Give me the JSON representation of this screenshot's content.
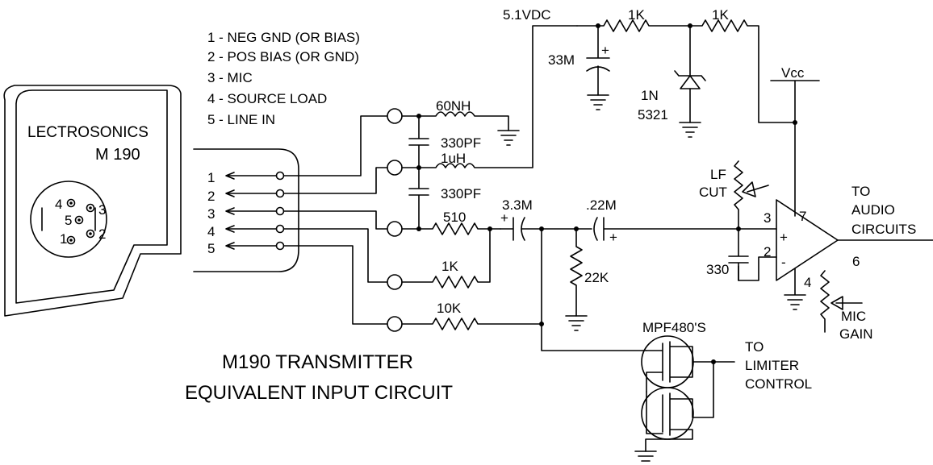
{
  "title_line1": "M190 TRANSMITTER",
  "title_line2": "EQUIVALENT INPUT CIRCUIT",
  "pin_legend": [
    "1 - NEG GND (OR BIAS)",
    "2 - POS BIAS (OR GND)",
    "3 - MIC",
    "4 - SOURCE LOAD",
    "5 - LINE IN"
  ],
  "device": {
    "brand": "LECTROSONICS",
    "model": "M 190",
    "pins": [
      "1",
      "2",
      "3",
      "4",
      "5"
    ]
  },
  "connector_pins": [
    "1",
    "2",
    "3",
    "4",
    "5"
  ],
  "labels": {
    "supply": "5.1VDC",
    "r_top1": "1K",
    "r_top2": "1K",
    "c33m": "33M",
    "plus": "+",
    "zener1": "1N",
    "zener2": "5321",
    "vcc": "Vcc",
    "ind60": "60NH",
    "cap330a": "330PF",
    "ind1u": "1uH",
    "cap330b": "330PF",
    "r510": "510",
    "r1k": "1K",
    "r10k": "10K",
    "c33": "3.3M",
    "c22m": ".22M",
    "r22k": "22K",
    "lf1": "LF",
    "lf2": "CUT",
    "cap330": "330",
    "pin3": "3",
    "pin2": "2",
    "pin7": "7",
    "pin4": "4",
    "pin6": "6",
    "in_plus": "+",
    "in_minus": "-",
    "to_audio": [
      "TO",
      "AUDIO",
      "CIRCUITS"
    ],
    "mic_gain": [
      "MIC",
      "GAIN"
    ],
    "fet": "MPF480'S",
    "to_limiter": [
      "TO",
      "LIMITER",
      "CONTROL"
    ]
  }
}
